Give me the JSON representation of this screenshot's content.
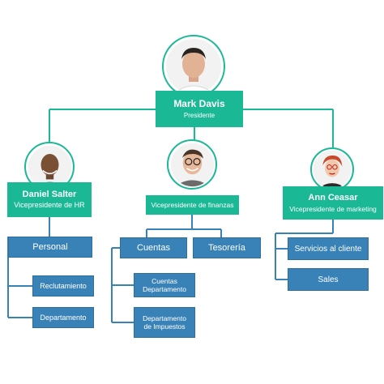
{
  "president": {
    "name": "Mark Davis",
    "title": "Presidente",
    "avatar_icon": "person-photo-icon"
  },
  "vps": [
    {
      "name": "Daniel Salter",
      "title": "Vicepresidente de HR",
      "avatar_icon": "person-photo-icon"
    },
    {
      "name": "",
      "title": "Vicepresidente de finanzas",
      "avatar_icon": "person-photo-icon"
    },
    {
      "name": "Ann Ceasar",
      "title": "Vicepresidente de marketing",
      "avatar_icon": "person-photo-icon"
    }
  ],
  "hr": {
    "head": "Personal",
    "subs": [
      "Reclutamiento",
      "Departamento"
    ]
  },
  "finance": {
    "heads": [
      "Cuentas",
      "Tesorería"
    ],
    "subs": [
      [
        "Cuentas",
        "Departamento"
      ],
      [
        "Departamento",
        "de Impuestos"
      ]
    ]
  },
  "marketing": {
    "items": [
      "Servicios al cliente",
      "Sales"
    ]
  },
  "colors": {
    "green": "#1bb896",
    "blue": "#3982b8",
    "line": "#1bb896",
    "blue_line": "#3982b8"
  }
}
